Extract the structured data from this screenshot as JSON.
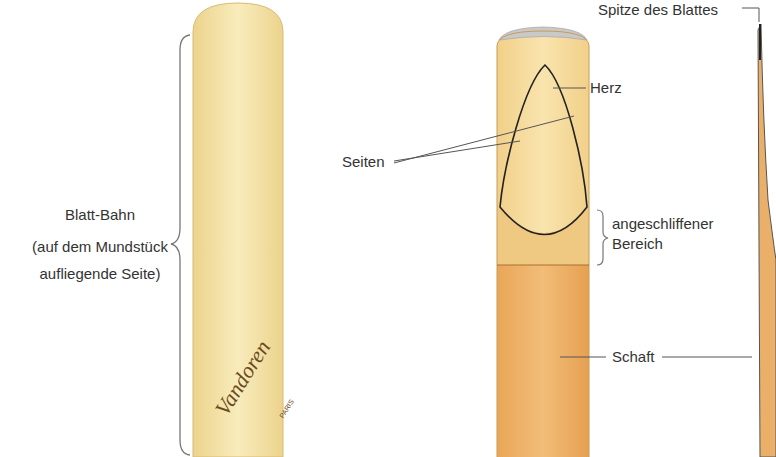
{
  "diagram": {
    "labels": [
      "Spitze des Blattes",
      "Herz",
      "Seiten",
      "Blatt-Bahn",
      "(auf dem Mundstück aufliegende Seite)",
      "angeschliffener Bereich",
      "Schaft",
      "Vandoren",
      "PARIS"
    ]
  }
}
